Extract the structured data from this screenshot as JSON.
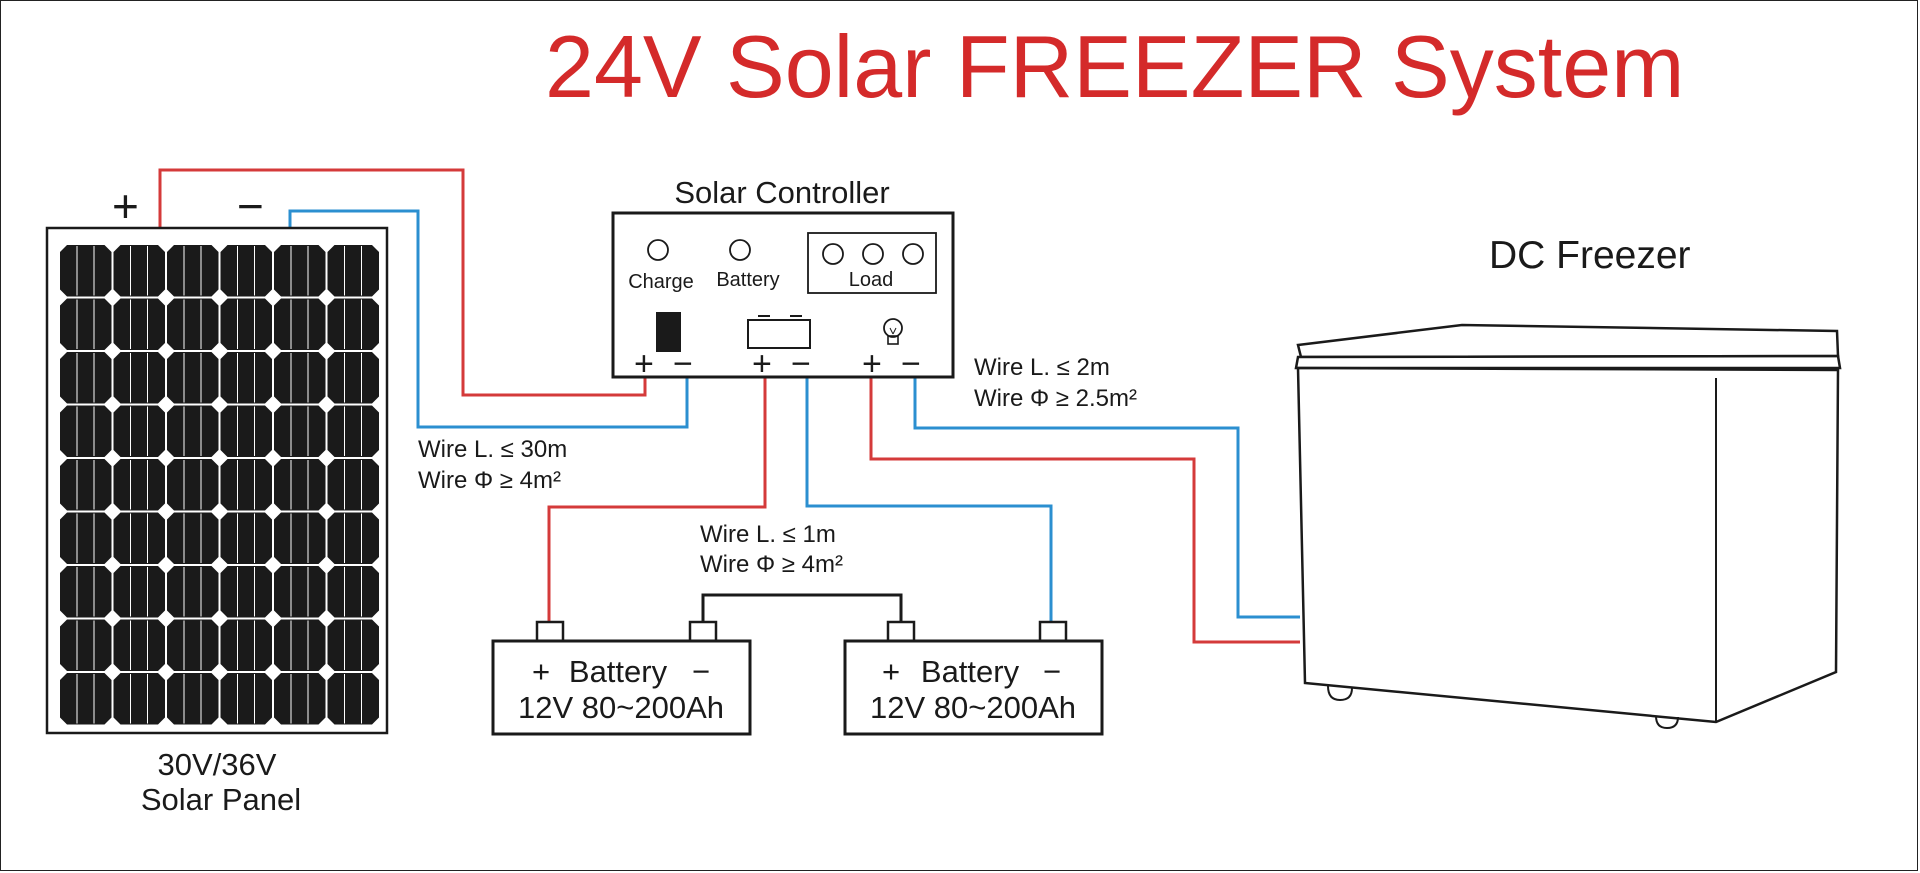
{
  "title": "24V Solar FREEZER System",
  "panel": {
    "plus": "+",
    "minus": "−",
    "label_line1": "30V/36V",
    "label_line2": "Solar Panel"
  },
  "controller": {
    "title": "Solar Controller",
    "indicators": [
      "Charge",
      "Battery",
      "Load"
    ],
    "terminals": [
      "+",
      "−",
      "+",
      "−",
      "+",
      "−"
    ]
  },
  "freezer": {
    "label": "DC Freezer"
  },
  "wires": {
    "panel_len": "Wire L. ≤ 30m",
    "panel_dia": "Wire  Φ  ≥ 4m²",
    "load_len": "Wire L. ≤ 2m",
    "load_dia": "Wire  Φ  ≥ 2.5m²",
    "battery_len": "Wire L. ≤ 1m",
    "battery_dia": "Wire  Φ  ≥ 4m²"
  },
  "batteries": [
    {
      "plus": "+",
      "name": "Battery",
      "minus": "−",
      "spec": "12V 80~200Ah"
    },
    {
      "plus": "+",
      "name": "Battery",
      "minus": "−",
      "spec": "12V 80~200Ah"
    }
  ],
  "colors": {
    "title": "#d42a2a",
    "positive_wire": "#d43a3a",
    "negative_wire": "#2b8fd0"
  }
}
